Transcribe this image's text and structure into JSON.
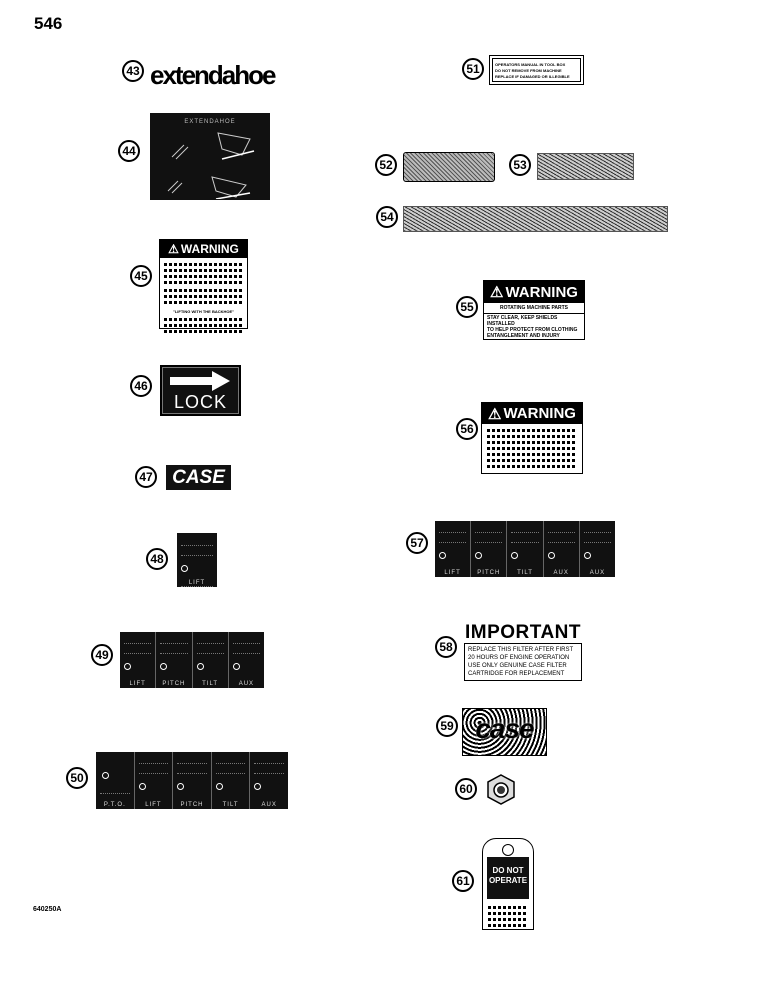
{
  "page": {
    "number": "546",
    "reference": "640250A"
  },
  "callouts": [
    "43",
    "44",
    "45",
    "46",
    "47",
    "48",
    "49",
    "50",
    "51",
    "52",
    "53",
    "54",
    "55",
    "56",
    "57",
    "58",
    "59",
    "60",
    "61"
  ],
  "decals": {
    "extendahoe": "extendahoe",
    "panel44_title": "EXTENDAHOE",
    "warning_word": "WARNING",
    "warning45_subtitle": "\"LIFTING WITH THE BACKHOE\"",
    "warning55_line1": "ROTATING MACHINE PARTS",
    "warning55_line2": "STAY CLEAR, KEEP SHIELDS INSTALLED",
    "warning55_line3": "TO HELP PROTECT FROM CLOTHING",
    "warning55_line4": "ENTANGLEMENT AND INJURY",
    "lock": "LOCK",
    "case": "CASE",
    "case_logo": "case",
    "manual_decal": "OPERATORS MANUAL IN TOOL BOX\nDO NOT REMOVE FROM MACHINE\nREPLACE IF DAMAGED OR ILLEGIBLE",
    "important_title": "IMPORTANT",
    "important_body": "REPLACE THIS FILTER AFTER FIRST\n20 HOURS OF ENGINE OPERATION\nUSE ONLY GENUINE CASE FILTER\nCARTRIDGE FOR REPLACEMENT",
    "tag_line1": "DO NOT",
    "tag_line2": "OPERATE"
  },
  "panels": {
    "p48": [
      "LIFT"
    ],
    "p49": [
      "LIFT",
      "PITCH",
      "TILT",
      "AUX"
    ],
    "p50": [
      "P.T.O.",
      "LIFT",
      "PITCH",
      "TILT",
      "AUX"
    ],
    "p57": [
      "LIFT",
      "PITCH",
      "TILT",
      "AUX",
      "AUX"
    ]
  }
}
